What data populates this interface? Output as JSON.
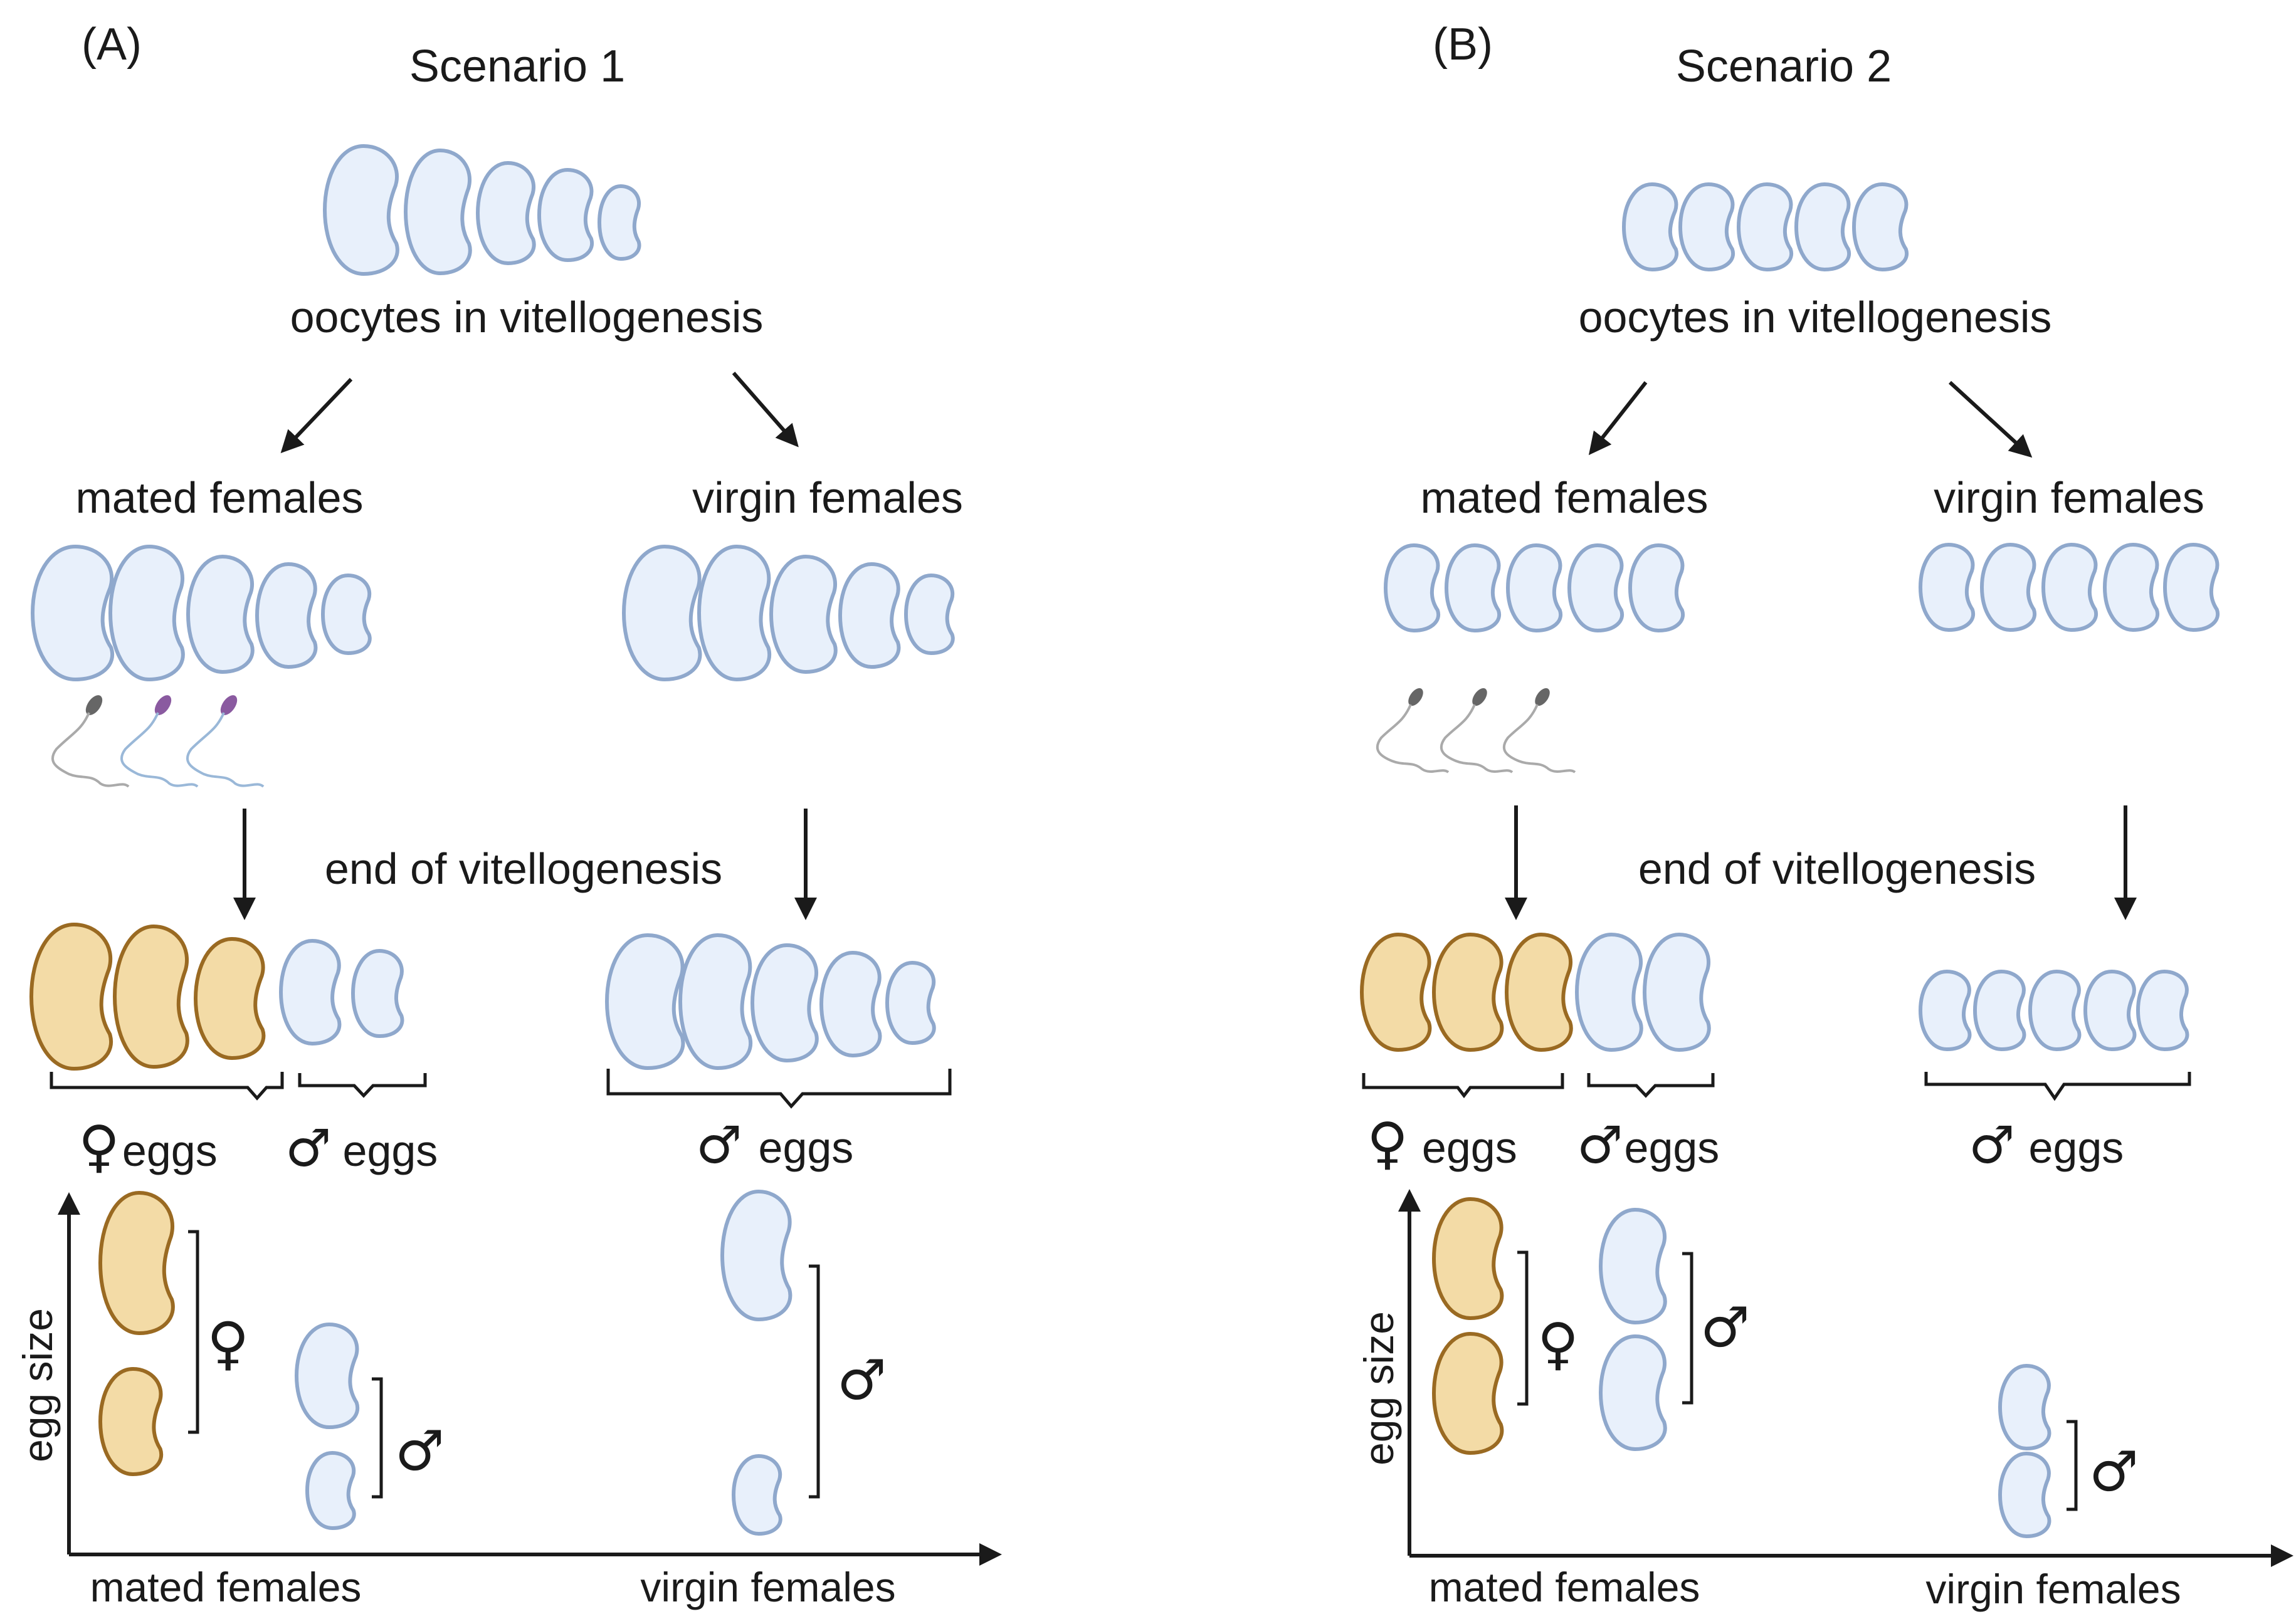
{
  "panel_a": {
    "tag": "(A)",
    "title": "Scenario 1",
    "oocytes_label": "oocytes in vitellogenesis",
    "mated_label": "mated females",
    "virgin_label": "virgin females",
    "end_label": "end of vitellogenesis",
    "female_eggs_symbol": "♀",
    "female_eggs_word": "eggs",
    "male_eggs_symbol": "♂",
    "male_eggs_word": "eggs",
    "virgin_eggs_symbol": "♂",
    "virgin_eggs_word": "eggs",
    "y_axis_label": "egg size",
    "x_label_mated": "mated females",
    "x_label_virgin": "virgin females",
    "plot_female_symbol": "♀",
    "plot_male_symbol": "♂",
    "plot_virgin_symbol": "♂"
  },
  "panel_b": {
    "tag": "(B)",
    "title": "Scenario 2",
    "oocytes_label": "oocytes in vitellogenesis",
    "mated_label": "mated females",
    "virgin_label": "virgin females",
    "end_label": "end of vitellogenesis",
    "female_eggs_symbol": "♀",
    "female_eggs_word": "eggs",
    "male_eggs_symbol": "♂",
    "male_eggs_word": "eggs",
    "virgin_eggs_symbol": "♂",
    "virgin_eggs_word": "eggs",
    "y_axis_label": "egg size",
    "x_label_mated": "mated females",
    "x_label_virgin": "virgin females",
    "plot_female_symbol": "♀",
    "plot_male_symbol": "♂",
    "plot_virgin_symbol": "♂"
  },
  "colors": {
    "oocyte_fill": "#e8f0fb",
    "oocyte_stroke": "#8fa8cc",
    "female_egg_fill": "#f3dba6",
    "female_egg_stroke": "#9a6a22",
    "sperm_head_purple": "#8a5aa0",
    "sperm_head_grey": "#666666",
    "sperm_tail_blue": "#9ab8d8",
    "sperm_tail_grey": "#aaaaaa"
  }
}
